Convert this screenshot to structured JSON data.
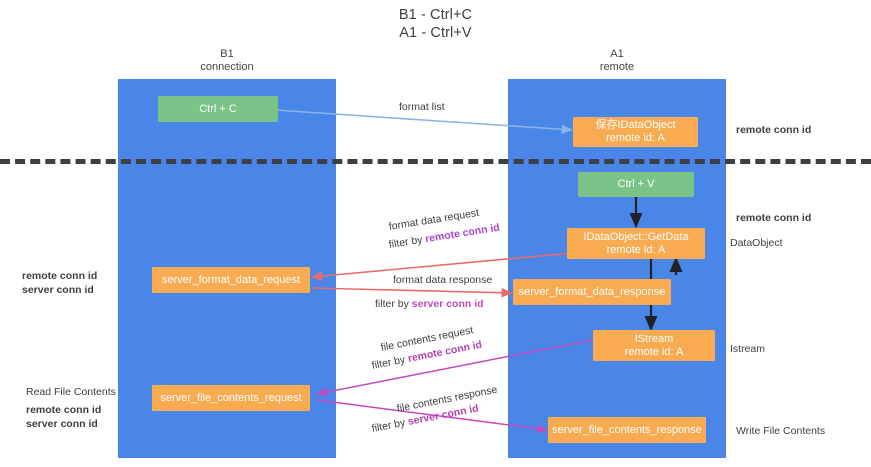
{
  "title": {
    "line1": "B1 - Ctrl+C",
    "line2": "A1 - Ctrl+V"
  },
  "lanes": [
    {
      "id": "b1",
      "name": "B1",
      "role": "connection"
    },
    {
      "id": "a1",
      "name": "A1",
      "role": "remote"
    }
  ],
  "nodes": {
    "ctrl_c": "Ctrl + C",
    "ctrl_v": "Ctrl + V",
    "idataobject_l1": "保存IDataObject",
    "idataobject_l2": "remote id: A",
    "getdata_l1": "IDataObject::GetData",
    "getdata_l2": "remote id: A",
    "istream_l1": "IStream",
    "istream_l2": "remote id: A",
    "server_format_data_request": "server_format_data_request",
    "server_format_data_response": "server_format_data_response",
    "server_file_contents_request": "server_file_contents_request",
    "server_file_contents_response": "server_file_contents_response"
  },
  "edge_labels": {
    "format_list": "format list",
    "format_data_request": "format data request",
    "format_data_request_filter_prefix": "filter by ",
    "format_data_request_filter_key": "remote conn id",
    "format_data_response": "format data response",
    "format_data_response_filter_prefix": "filter by ",
    "format_data_response_filter_key": "server conn id",
    "file_contents_request": "file contents request",
    "file_contents_request_filter_prefix": "filter by ",
    "file_contents_request_filter_key": "remote conn id",
    "file_contents_response": "file contents response",
    "file_contents_response_filter_prefix": "filter by ",
    "file_contents_response_filter_key": "server conn id"
  },
  "annotations": {
    "right_remote_conn_id_top": "remote conn id",
    "right_remote_conn_id_mid": "remote conn id",
    "right_dataobject": "DataObject",
    "right_istream": "Istream",
    "right_write_file_contents": "Write File Contents",
    "left_remote_conn_id_1": "remote conn id",
    "left_server_conn_id_1": "server conn id",
    "left_read_file_contents": "Read File Contents",
    "left_remote_conn_id_2": "remote conn id",
    "left_server_conn_id_2": "server conn id"
  },
  "colors": {
    "lane": "#4a86e8",
    "green_node": "#7bc489",
    "orange_node": "#f9ab52",
    "purple_text": "#a845c8",
    "green_text": "#5aa469",
    "blue_arrow": "#8ab4e8",
    "red_arrow": "#ea6b6b",
    "magenta_arrow": "#c14bbd",
    "dark_arrow": "#202124",
    "dashed_divider": "#3c4043"
  }
}
